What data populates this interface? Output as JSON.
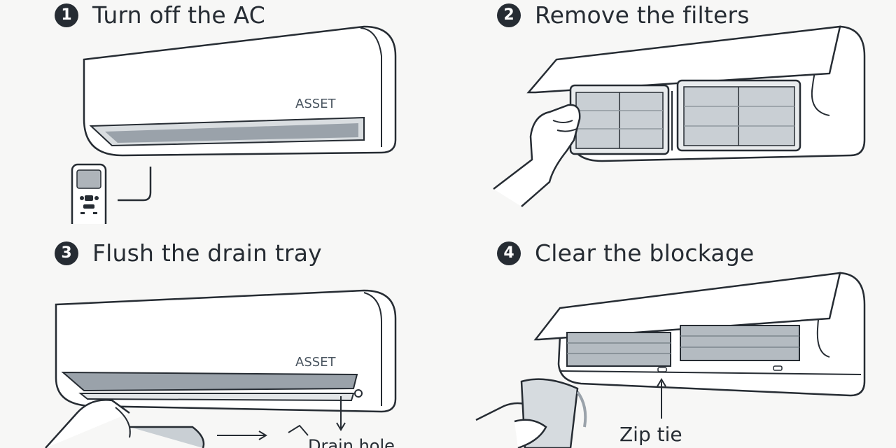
{
  "steps": [
    {
      "number": "1",
      "title": "Turn off the AC",
      "brand": "ASSET"
    },
    {
      "number": "2",
      "title": "Remove the filters"
    },
    {
      "number": "3",
      "title": "Flush the drain tray",
      "brand": "ASSET",
      "callout": "Drain hole"
    },
    {
      "number": "4",
      "title": "Clear the blockage",
      "callout": "Zip tie"
    }
  ],
  "colors": {
    "outline": "#262c33",
    "unit_fill": "#ffffff",
    "vent": "#9aa2aa",
    "filter": "#c9cfd4",
    "background": "#f7f7f6"
  }
}
